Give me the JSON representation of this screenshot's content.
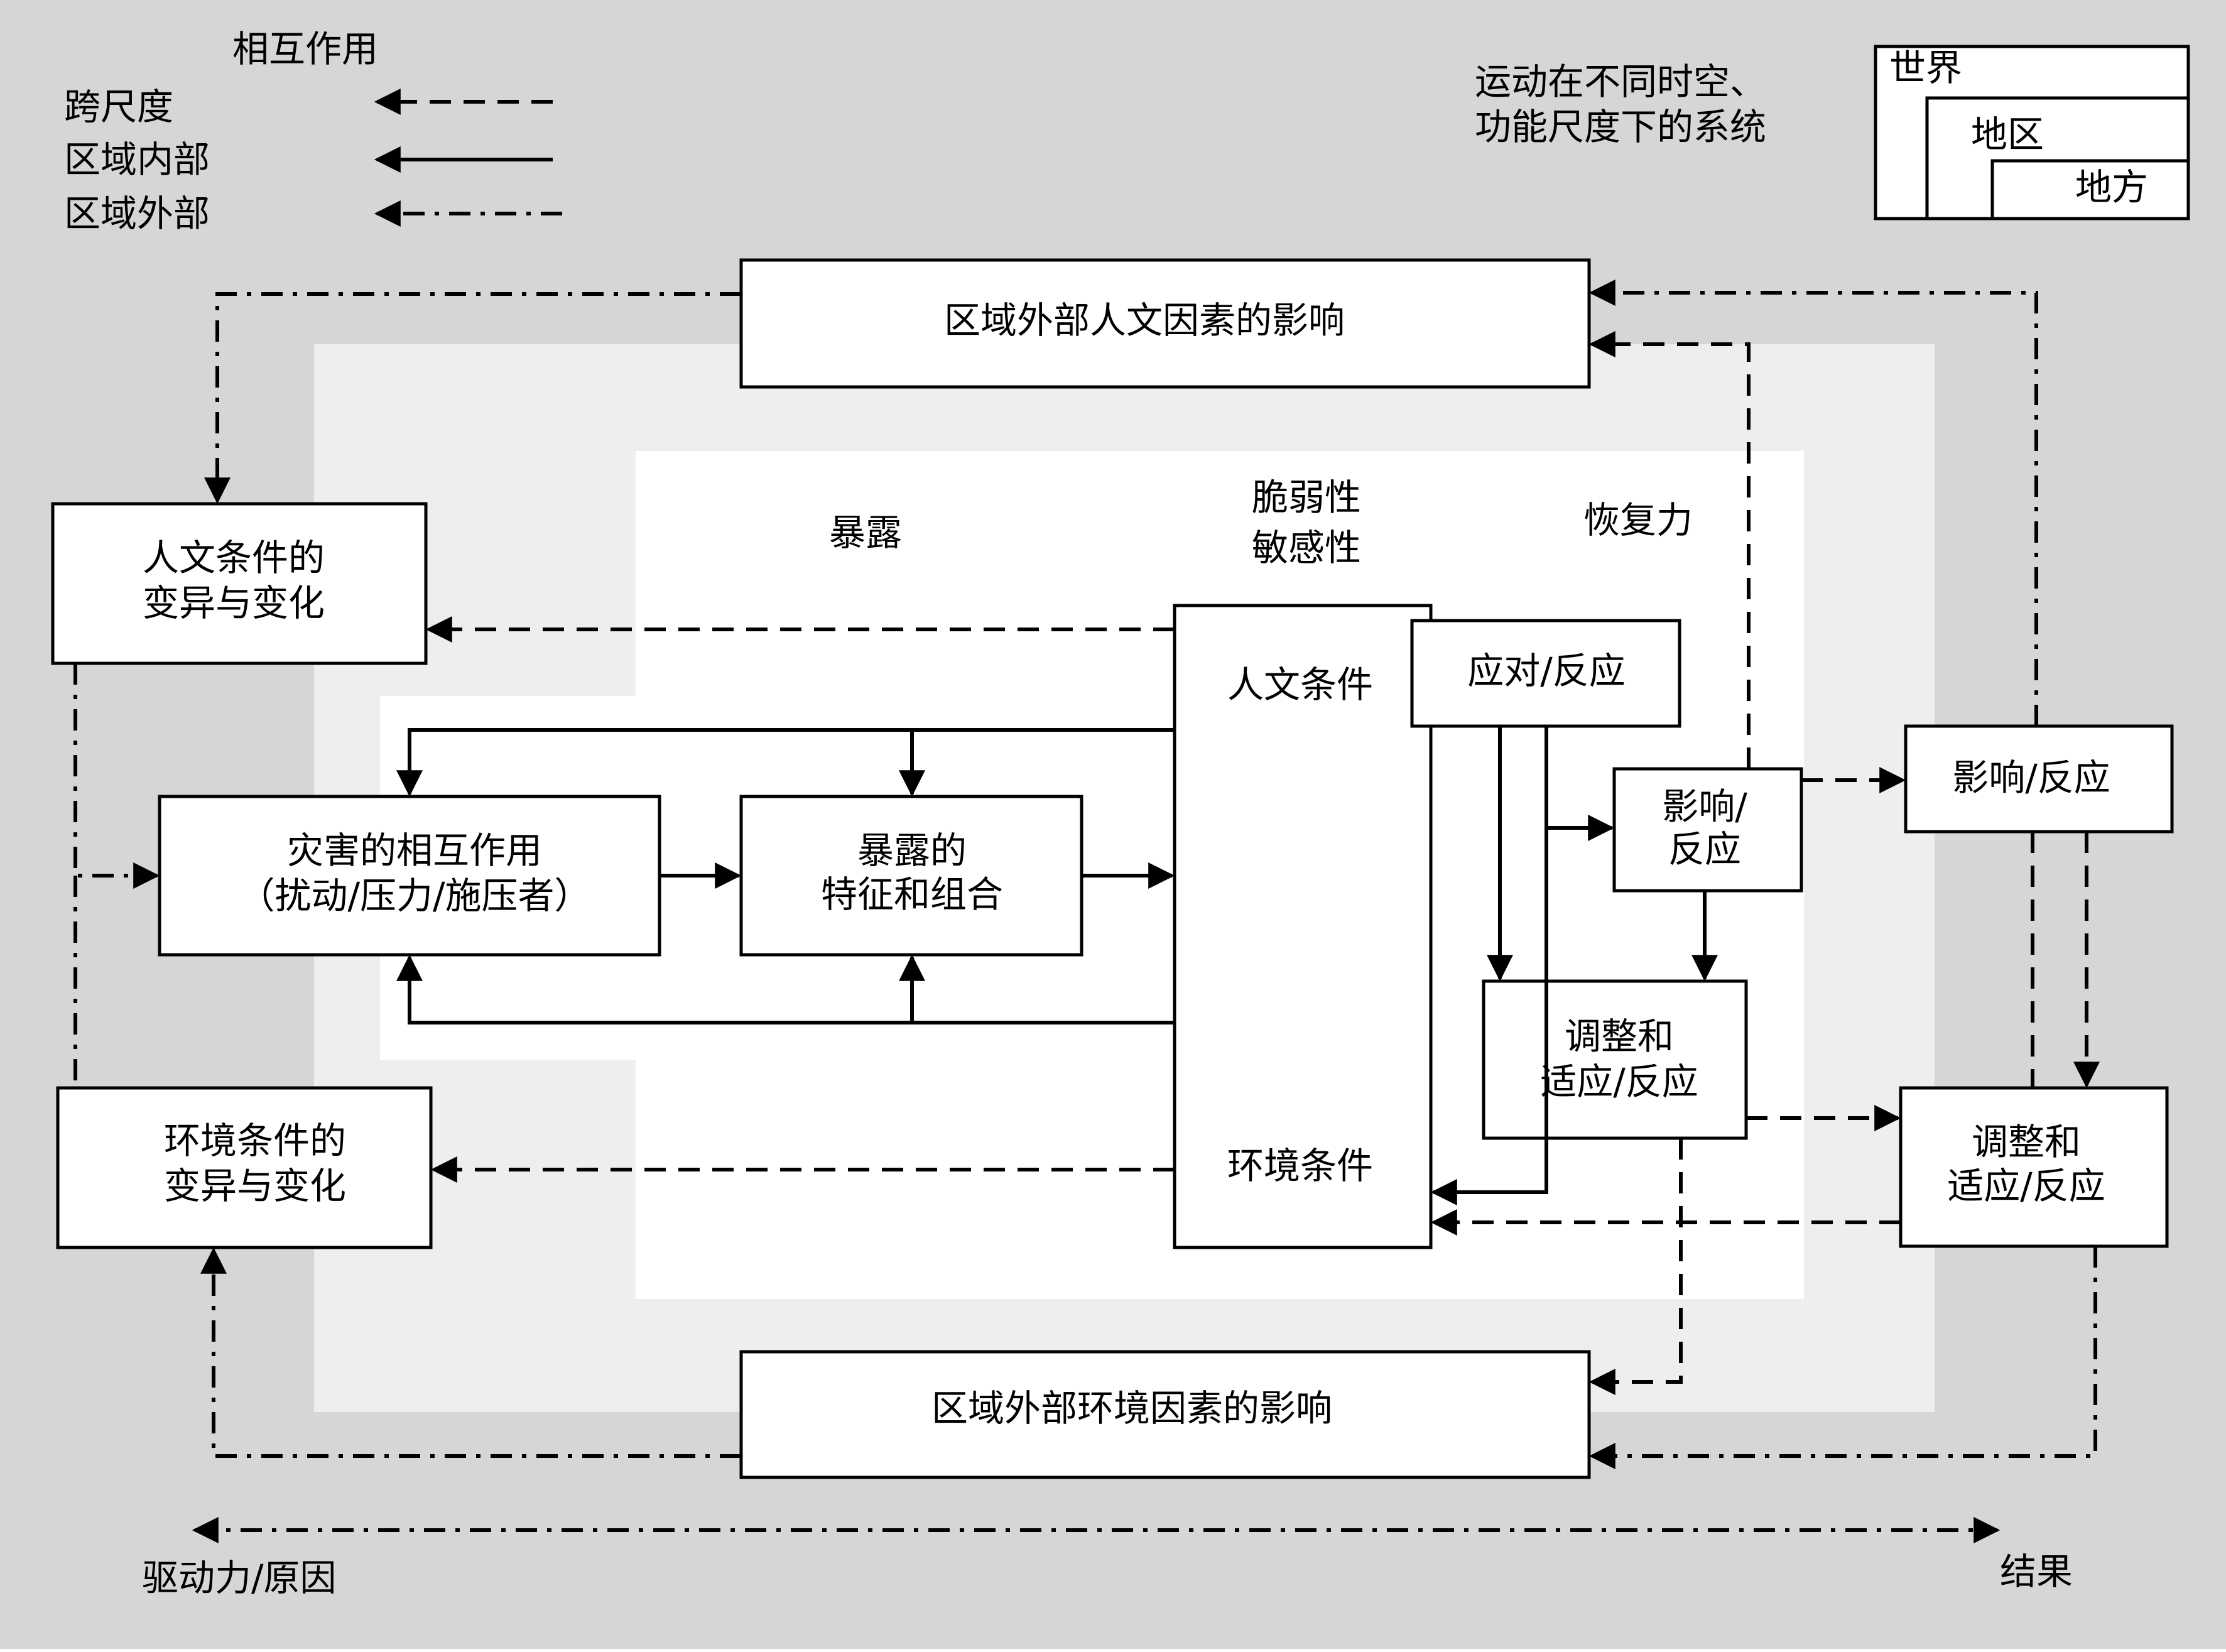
{
  "legend": {
    "title": "相互作用",
    "items": [
      {
        "label": "跨尺度",
        "style": "dashed"
      },
      {
        "label": "区域内部",
        "style": "solid"
      },
      {
        "label": "区域外部",
        "style": "dash-dot"
      }
    ]
  },
  "scale_note": {
    "line1": "运动在不同时空、",
    "line2": "功能尺度下的系统"
  },
  "scale_boxes": {
    "world": "世界",
    "region": "地区",
    "local": "地方"
  },
  "columns": {
    "exposure": "暴露",
    "vulnerability": "脆弱性",
    "sensitivity": "敏感性",
    "resilience": "恢复力"
  },
  "boxes": {
    "external_human": "区域外部人文因素的影响",
    "external_env": "区域外部环境因素的影响",
    "human_change": {
      "line1": "人文条件的",
      "line2": "变异与变化"
    },
    "env_change": {
      "line1": "环境条件的",
      "line2": "变异与变化"
    },
    "hazard": {
      "line1": "灾害的相互作用",
      "line2": "（扰动/压力/施压者）"
    },
    "exposure_box": {
      "line1": "暴露的",
      "line2": "特征和组合"
    },
    "conditions_human": "人文条件",
    "conditions_env": "环境条件",
    "coping": "应对/反应",
    "impact_inner": {
      "line1": "影响/",
      "line2": "反应"
    },
    "adjust_inner": {
      "line1": "调整和",
      "line2": "适应/反应"
    },
    "impact_outer": "影响/反应",
    "adjust_outer": {
      "line1": "调整和",
      "line2": "适应/反应"
    }
  },
  "axis": {
    "left": "驱动力/原因",
    "right": "结果"
  }
}
